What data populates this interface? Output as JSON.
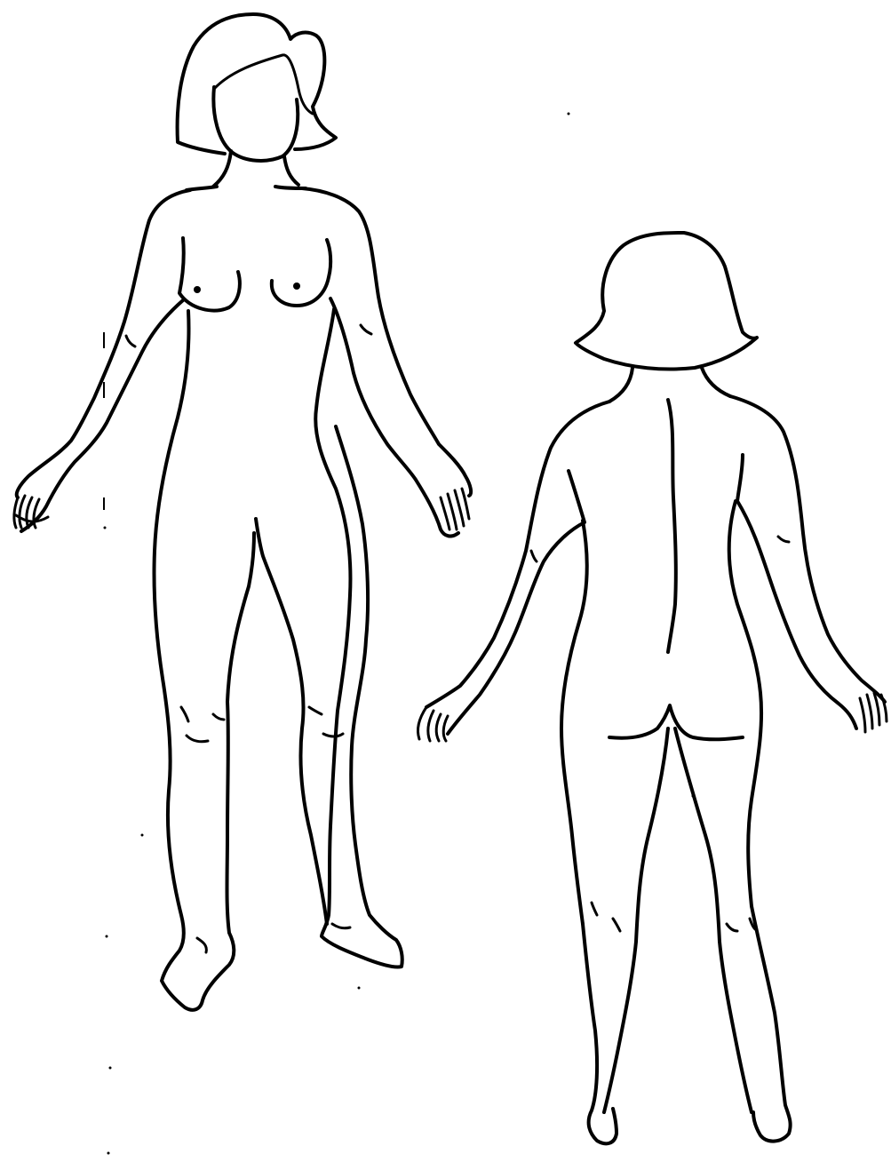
{
  "diagram": {
    "type": "body-outline-chart",
    "views": [
      {
        "id": "front",
        "kind": "female-figure-anterior"
      },
      {
        "id": "back",
        "kind": "female-figure-posterior"
      }
    ],
    "colors": {
      "background": "#ffffff",
      "outline": "#000000"
    }
  }
}
